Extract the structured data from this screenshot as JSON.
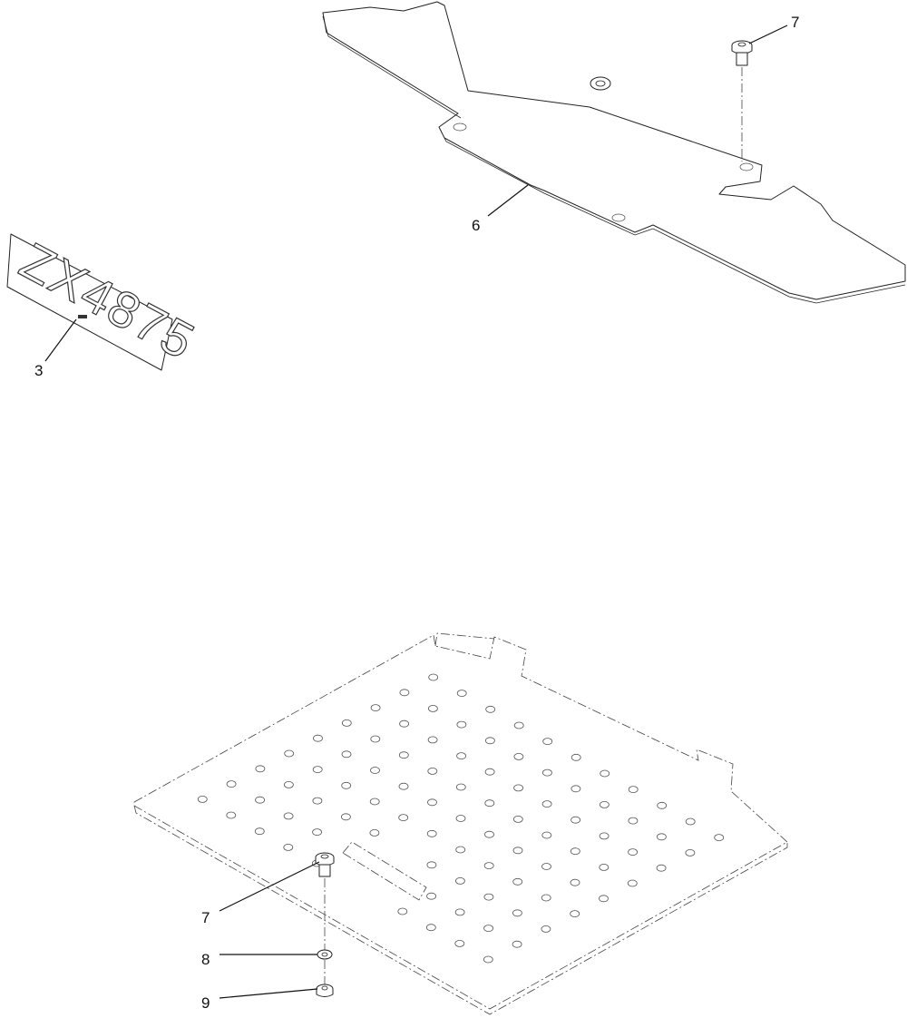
{
  "decal_text": "ZX4875",
  "callouts": [
    {
      "id": "c7a",
      "label": "7"
    },
    {
      "id": "c6",
      "label": "6"
    },
    {
      "id": "c3",
      "label": "3"
    },
    {
      "id": "c7b",
      "label": "7"
    },
    {
      "id": "c8",
      "label": "8"
    },
    {
      "id": "c9",
      "label": "9"
    }
  ]
}
